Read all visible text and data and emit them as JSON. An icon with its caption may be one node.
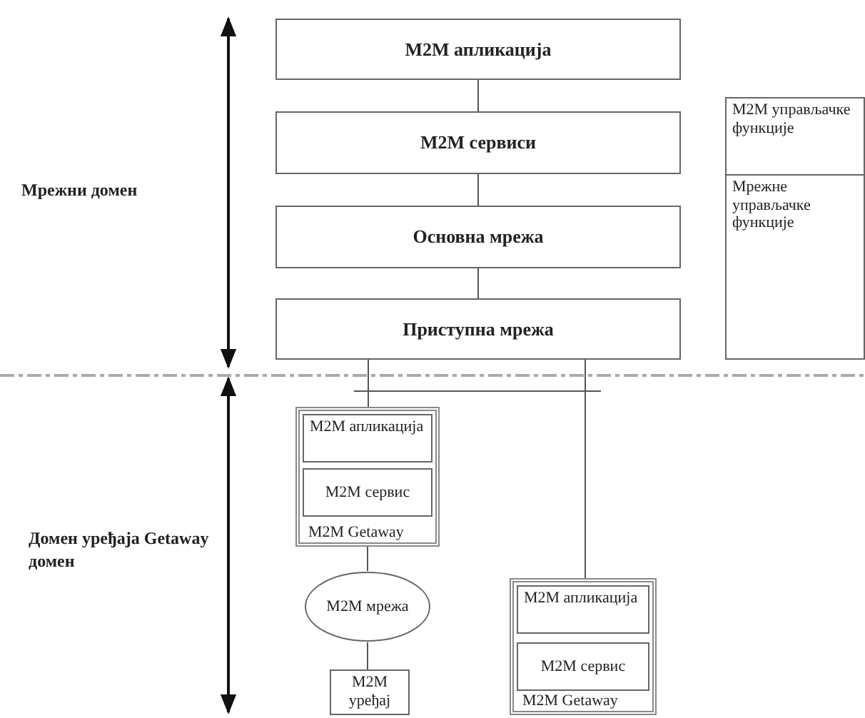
{
  "diagram": {
    "nodes": [
      {
        "text": [
          "M2M апликација"
        ]
      },
      {
        "text": [
          "M2M сервиси"
        ]
      },
      {
        "text": [
          "Основна мрежа"
        ]
      },
      {
        "text": [
          "Приступна мрежа"
        ]
      },
      {
        "text": [
          "M2M управљачке функције"
        ]
      },
      {
        "text": [
          "Мрежне управљачке функције"
        ]
      },
      {
        "text": [
          "M2M Getaway"
        ]
      },
      {
        "text": [
          "M2M апликација"
        ],
        "in": 6
      },
      {
        "text": [
          "M2M сервис"
        ],
        "in": 6
      },
      {
        "text": [
          "M2M мрежа"
        ]
      },
      {
        "text": [
          "M2M уређај"
        ]
      },
      {
        "text": [
          "M2M Getaway"
        ]
      },
      {
        "text": [
          "M2M апликација"
        ],
        "in": 11
      },
      {
        "text": [
          "M2M сервис"
        ],
        "in": 11
      }
    ],
    "edges": [
      {
        "from": 0,
        "to": 1,
        "arrow": "none"
      },
      {
        "from": 1,
        "to": 2,
        "arrow": "none"
      },
      {
        "from": 2,
        "to": 3,
        "arrow": "none"
      },
      {
        "from": 3,
        "to": 6,
        "arrow": "none"
      },
      {
        "from": 3,
        "to": 11,
        "arrow": "none"
      },
      {
        "from": 6,
        "to": 9,
        "arrow": "none"
      },
      {
        "from": 9,
        "to": 10,
        "arrow": "none"
      }
    ],
    "labels": [
      "Мрежни домен",
      "Домен уређаја Getaway домен"
    ]
  }
}
